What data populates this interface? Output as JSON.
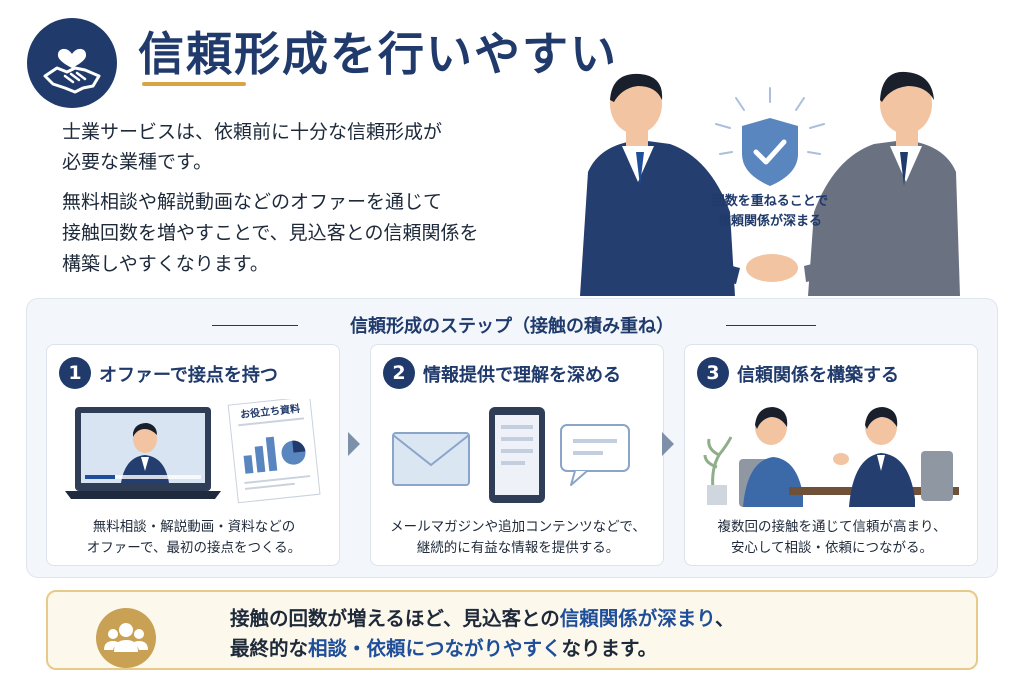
{
  "header": {
    "icon": "handshake-heart-icon",
    "title": "信頼形成を行いやすい"
  },
  "intro": {
    "line1": "士業サービスは、依頼前に十分な信頼形成が",
    "line2": "必要な業種です。",
    "line3": "無料相談や解説動画などのオファーを通じて",
    "line4": "接触回数を増やすことで、見込客との信頼関係を",
    "line5": "構築しやすくなります。"
  },
  "hero": {
    "badge_line1": "回数を重ねることで",
    "badge_line2": "信頼関係が深まる",
    "icon": "shield-check-icon"
  },
  "steps": {
    "heading": "信頼形成のステップ（接触の積み重ね）",
    "items": [
      {
        "num": "1",
        "title": "オファーで接点を持つ",
        "doc_label": "お役立ち資料",
        "desc_line1": "無料相談・解説動画・資料などの",
        "desc_line2": "オファーで、最初の接点をつくる。"
      },
      {
        "num": "2",
        "title": "情報提供で理解を深める",
        "desc_line1": "メールマガジンや追加コンテンツなどで、",
        "desc_line2": "継続的に有益な情報を提供する。"
      },
      {
        "num": "3",
        "title": "信頼関係を構築する",
        "desc_line1": "複数回の接触を通じて信頼が高まり、",
        "desc_line2": "安心して相談・依頼につながる。"
      }
    ]
  },
  "banner": {
    "icon": "group-people-icon",
    "l1_a": "接触の回数が増えるほど、見込客との",
    "l1_b": "信頼関係が深まり",
    "l1_c": "、",
    "l2_a": "最終的な",
    "l2_b": "相談・依頼につながりやすく",
    "l2_c": "なります。"
  },
  "colors": {
    "navy": "#1f3a6b",
    "gold": "#d9a544",
    "highlight_blue": "#1f4f9a"
  }
}
